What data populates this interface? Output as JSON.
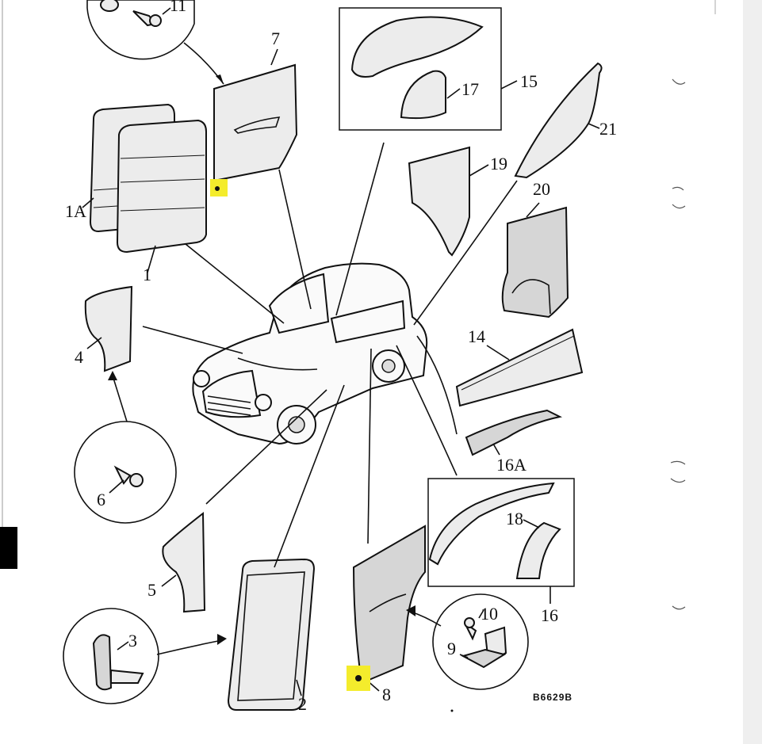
{
  "part_labels": {
    "p1": "1",
    "p1a": "1A",
    "p2": "2",
    "p3": "3",
    "p4": "4",
    "p5": "5",
    "p6": "6",
    "p7": "7",
    "p8": "8",
    "p9": "9",
    "p10": "10",
    "p11": "11",
    "p14": "14",
    "p15": "15",
    "p16": "16",
    "p16a": "16A",
    "p17": "17",
    "p18": "18",
    "p19": "19",
    "p20": "20",
    "p21": "21"
  },
  "drawing_code": "B6629B",
  "highlight_color": "#f4ec2c"
}
